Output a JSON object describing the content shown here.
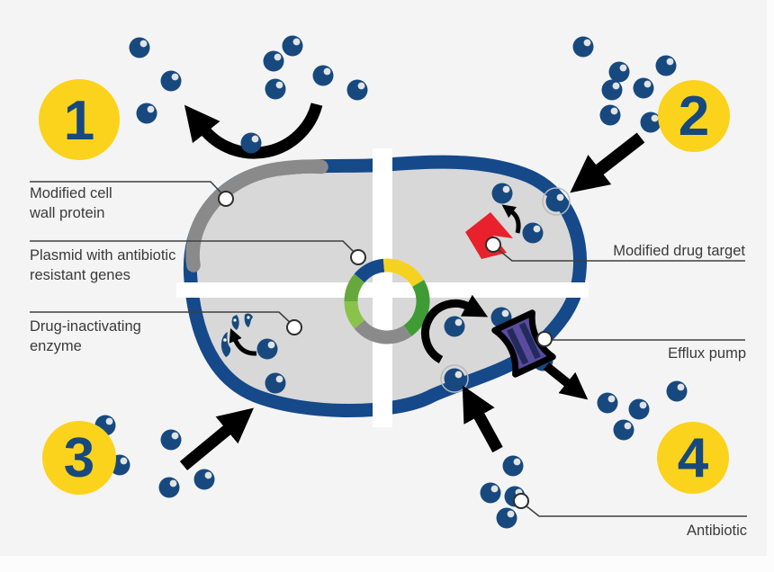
{
  "figure": {
    "description": "Diagram of four bacterial antibiotic resistance mechanisms",
    "steps": [
      {
        "number": "1"
      },
      {
        "number": "2"
      },
      {
        "number": "3"
      },
      {
        "number": "4"
      }
    ],
    "labels": {
      "cell_wall": {
        "line1": "Modified cell",
        "line2": "wall protein"
      },
      "plasmid": {
        "line1": "Plasmid with antibiotic",
        "line2": "resistant genes"
      },
      "enzyme": {
        "line1": "Drug-inactivating",
        "line2": "enzyme"
      },
      "drug_target": {
        "line1": "Modified drug target"
      },
      "efflux_pump": {
        "line1": "Efflux pump"
      },
      "antibiotic": {
        "line1": "Antibiotic"
      }
    },
    "colors": {
      "background": "#f4f4f4",
      "membrane_navy": "#15498a",
      "cytoplasm_gray": "#d8d8d8",
      "cell_wall_gray": "#8a8a8a",
      "antibiotic_dot_navy": "#17497f",
      "dot_highlight": "#e3e3e3",
      "badge_yellow": "#fbd31c",
      "badge_number_navy": "#17497f",
      "drug_target_red": "#e8212c",
      "efflux_pump_purple": "#5a4b9f",
      "efflux_pump_stripe_navy": "#232a5c",
      "plasmid_yellow": "#f5d21f",
      "plasmid_green_dark": "#3f9c35",
      "plasmid_green_mid": "#67a83c",
      "plasmid_green_light": "#8bc34a",
      "plasmid_gray": "#8a8a8a",
      "plasmid_navy": "#15498a",
      "arrow_black": "#000000",
      "label_text": "#3a3a3a",
      "leader_line": "#3f3f3f"
    }
  }
}
